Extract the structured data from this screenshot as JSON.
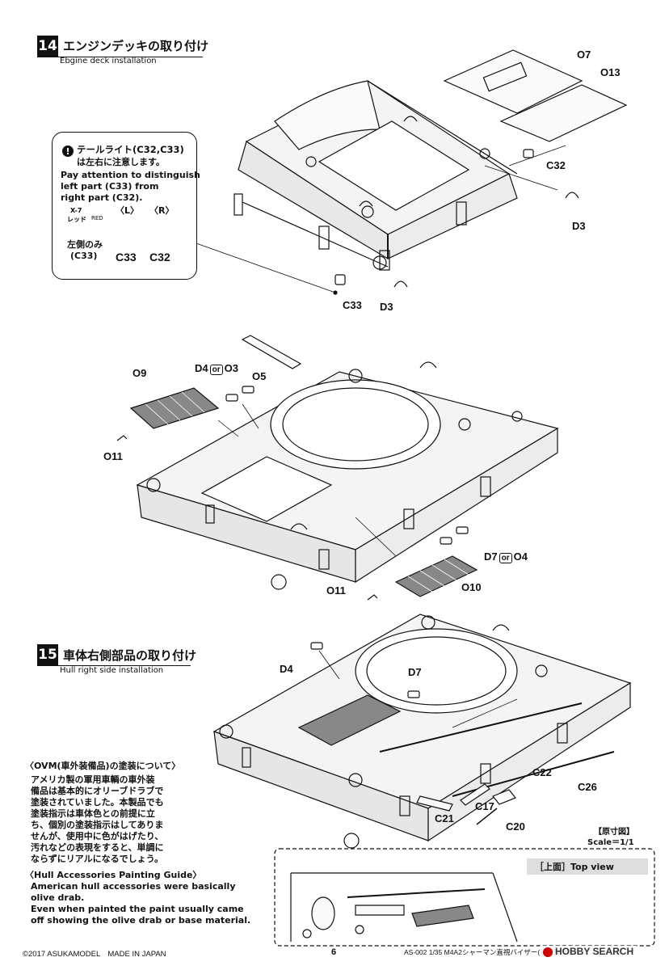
{
  "step14": {
    "number": "14",
    "title_jp": "エンジンデッキの取り付け",
    "title_en": "Ebgine deck installation"
  },
  "note": {
    "title_jp_1": "テールライト(C32,C33)",
    "title_jp_2": "は左右に注意します。",
    "en_1": "Pay attention to distinguish",
    "en_2": "left part (C33) from",
    "en_2b": "",
    "en_3": "right part (C32).",
    "paint_code": "X-7",
    "paint_jp": "レッド",
    "paint_en": "RED",
    "left_label": "〈L〉",
    "right_label": "〈R〉",
    "left_only_1": "左側のみ",
    "left_only_2": "(C33)",
    "part_left": "C33",
    "part_right": "C32"
  },
  "parts14": {
    "o7": "O7",
    "o13": "O13",
    "c32": "C32",
    "d3a": "D3",
    "c33": "C33",
    "d3b": "D3"
  },
  "parts_mid": {
    "o5": "O5",
    "d4": "D4",
    "or1": "or",
    "o3": "O3",
    "o9": "O9",
    "o11a": "O11",
    "d7": "D7",
    "or2": "or",
    "o4": "O4",
    "o11b": "O11",
    "o10": "O10"
  },
  "step15": {
    "number": "15",
    "title_jp": "車体右側部品の取り付け",
    "title_en": "Hull right side installation"
  },
  "parts15": {
    "d4": "D4",
    "d7": "D7",
    "c22": "C22",
    "c26": "C26",
    "c17": "C17",
    "c21": "C21",
    "c20": "C20"
  },
  "scale": {
    "jp": "【原寸図】",
    "en": "Scale＝1/1"
  },
  "ovm": {
    "heading_jp": "〈OVM(車外装備品)の塗装について〉",
    "body_jp": [
      "アメリカ製の軍用車輌の車外装",
      "備品は基本的にオリーブドラブで",
      "塗装されていました。本製品でも",
      "塗装指示は車体色との前提に立",
      "ち、個別の塗装指示はしてありま",
      "せんが、使用中に色がはげたり、",
      "汚れなどの表現をすると、単調に",
      "ならずにリアルになるでしょう。"
    ],
    "heading_en": "〈Hull Accessories Painting Guide〉",
    "body_en": [
      "American hull accessories were basically",
      "olive drab.",
      "Even when painted the paint usually came",
      "off showing the olive drab or base material."
    ]
  },
  "inset": {
    "label_jp": "［上面］",
    "label_en": "Top view"
  },
  "footer": {
    "copyright": "©2017 ASUKAMODEL　MADE IN JAPAN",
    "page": "6",
    "product": "AS-002 1/35 M4A2シャーマン直視バイザー(初期型サスペンションつき)",
    "watermark": "HOBBY SEARCH"
  }
}
